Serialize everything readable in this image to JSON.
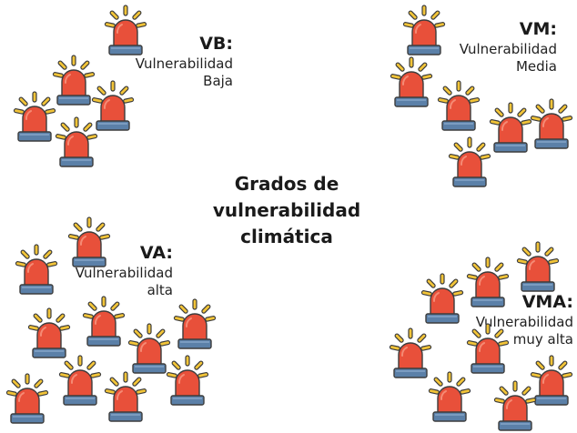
{
  "title": {
    "lines": [
      "Grados de",
      "vulnerabilidad",
      "climática"
    ]
  },
  "icon": "siren-alarm-icon",
  "colors": {
    "dome": "#e8503a",
    "dome_outline": "#3c3c3c",
    "rays": "#f2c438",
    "base": "#5b80a8",
    "text": "#1a1a1a"
  },
  "groups": [
    {
      "id": "vb",
      "code": "VB:",
      "desc_lines": [
        "Vulnerabilidad",
        "Baja"
      ],
      "siren_count": 5
    },
    {
      "id": "vm",
      "code": "VM:",
      "desc_lines": [
        "Vulnerabilidad",
        "Media"
      ],
      "siren_count": 6
    },
    {
      "id": "va",
      "code": "VA:",
      "desc_lines": [
        "Vulnerabilidad",
        "alta"
      ],
      "siren_count": 10
    },
    {
      "id": "vma",
      "code": "VMA:",
      "desc_lines": [
        "Vulnerabilidad",
        "muy alta"
      ],
      "siren_count": 8
    }
  ]
}
